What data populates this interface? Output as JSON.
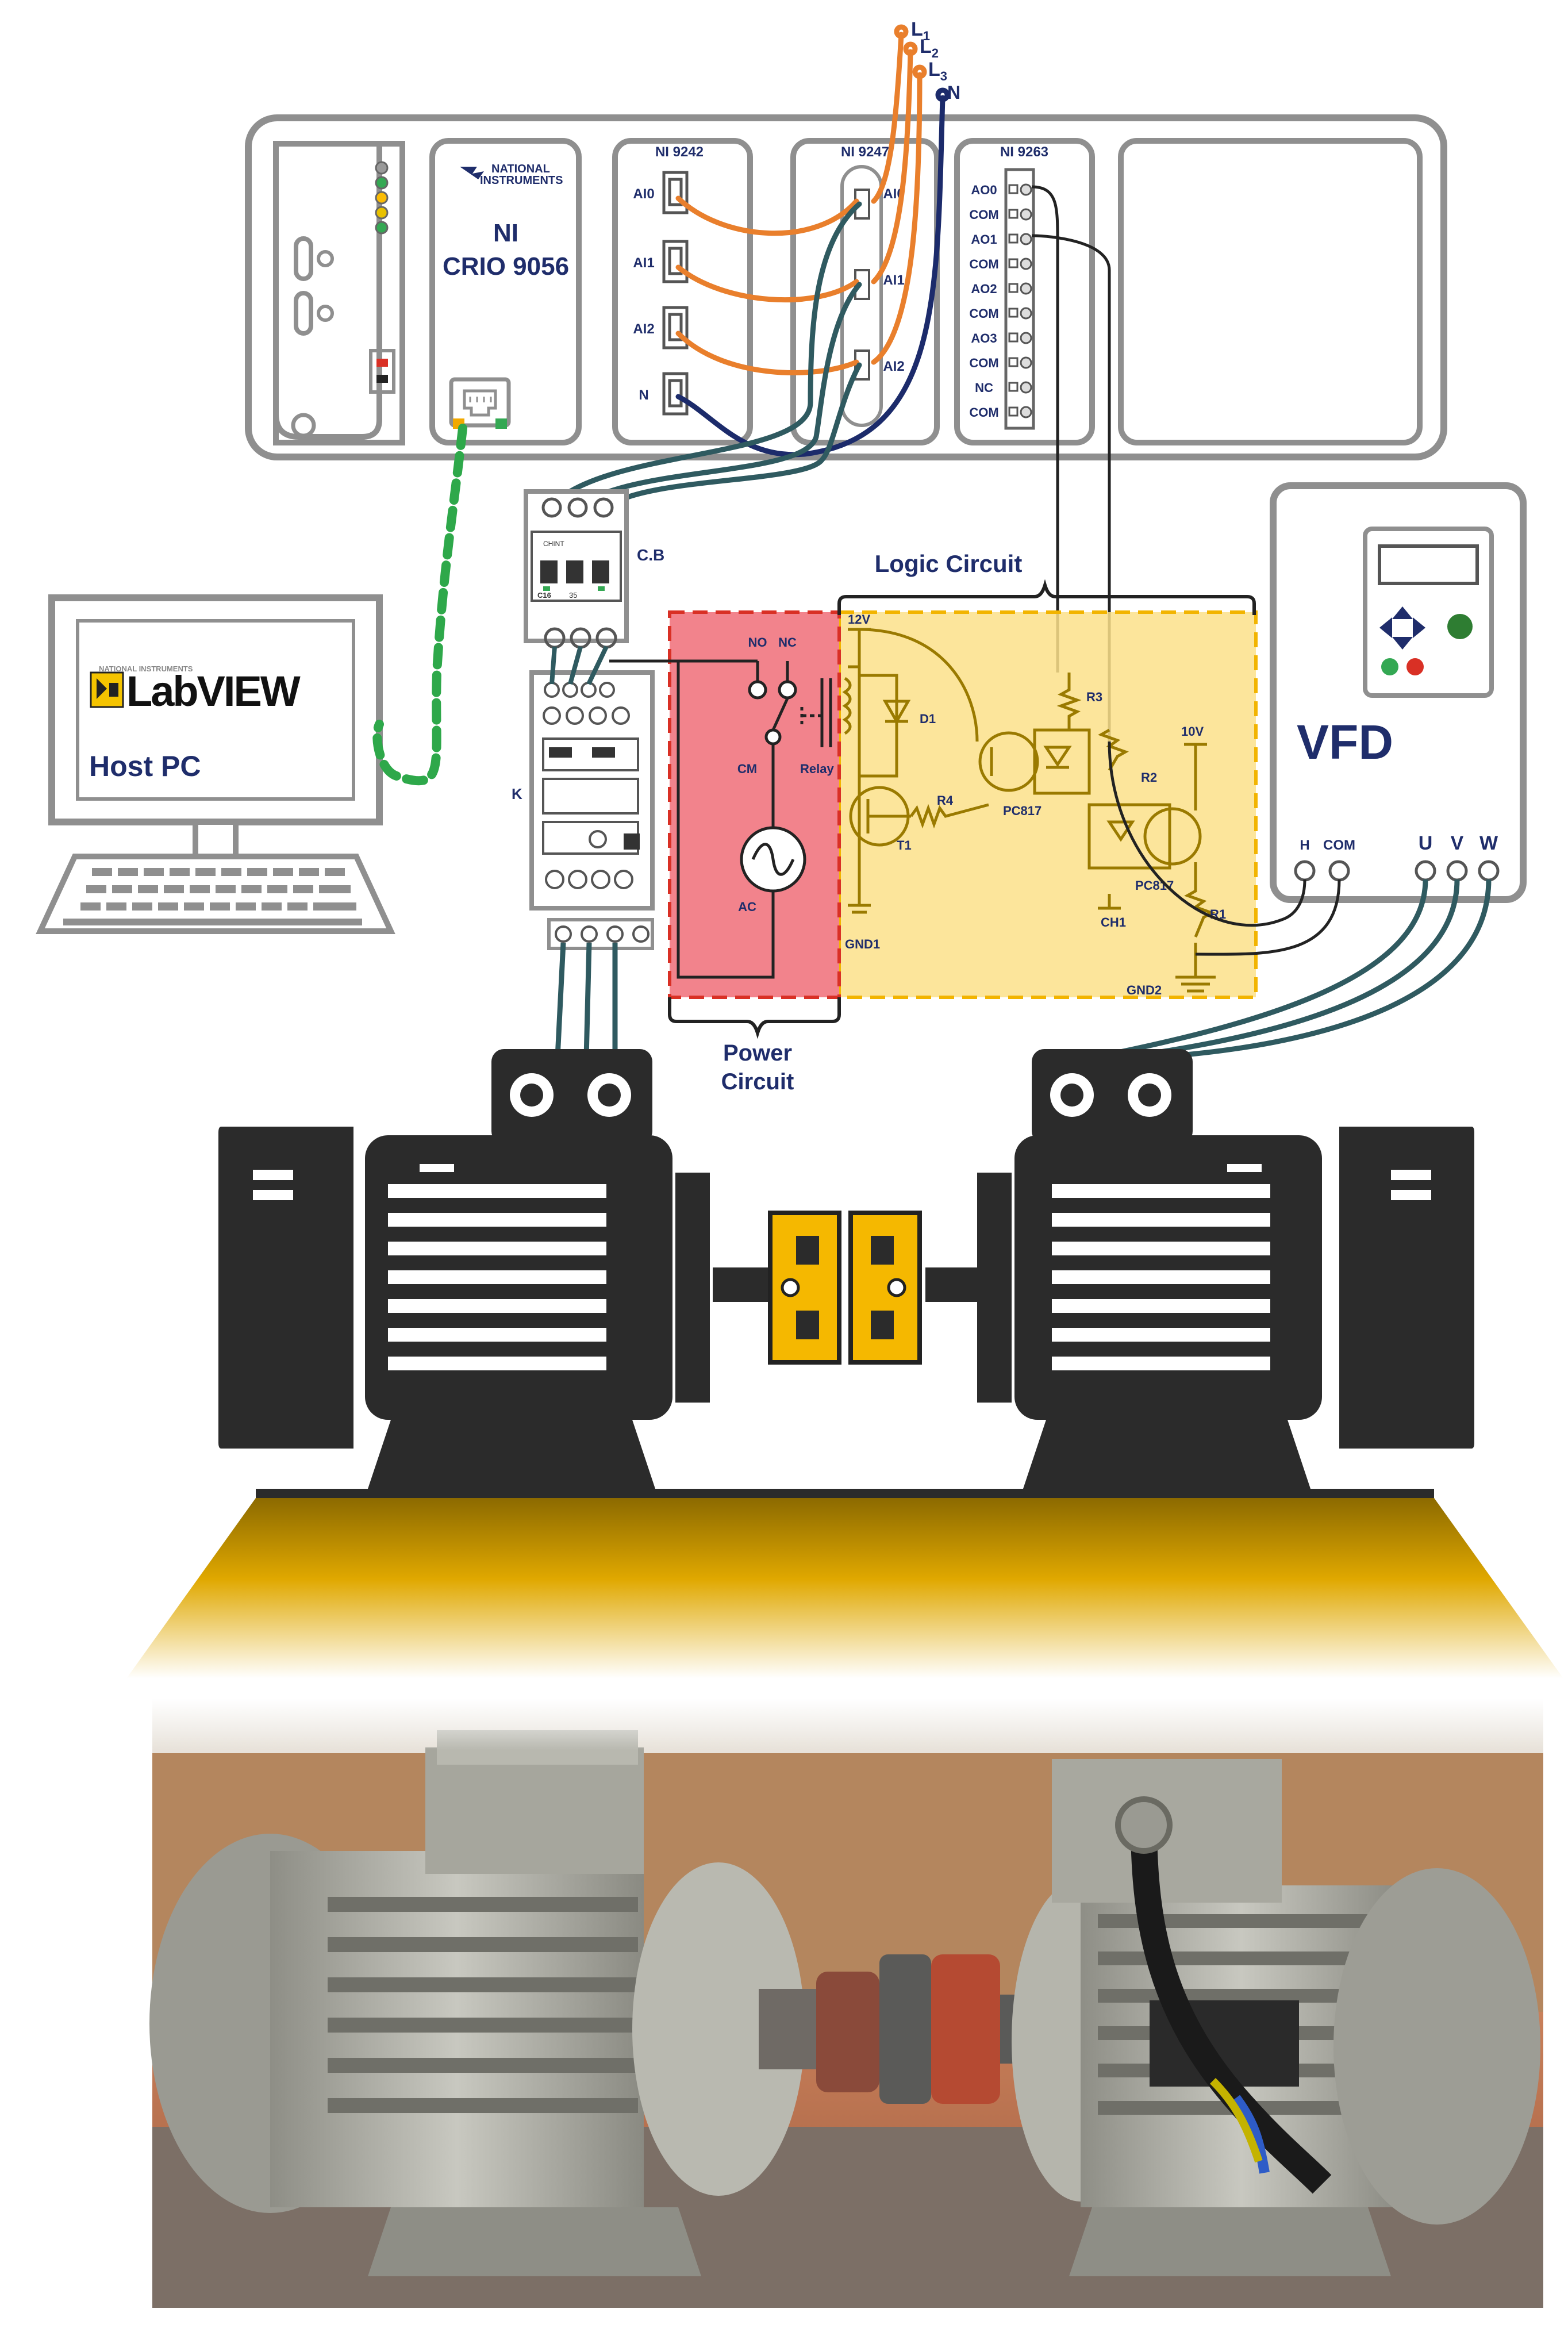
{
  "lines": {
    "l1": "L",
    "l1_sub": "1",
    "l2": "L",
    "l2_sub": "2",
    "l3": "L",
    "l3_sub": "3",
    "n": "N"
  },
  "crio": {
    "brand_line1": "NATIONAL",
    "brand_line2": "INSTRUMENTS",
    "model_line1": "NI",
    "model_line2": "CRIO 9056"
  },
  "modules": {
    "ni9242": {
      "title": "NI 9242",
      "pins": [
        "AI0",
        "AI1",
        "AI2",
        "N"
      ]
    },
    "ni9247": {
      "title": "NI 9247",
      "pins": [
        "AI0",
        "AI1",
        "AI2"
      ]
    },
    "ni9263": {
      "title": "NI 9263",
      "pins": [
        "AO0",
        "COM",
        "AO1",
        "COM",
        "AO2",
        "COM",
        "AO3",
        "COM",
        "NC",
        "COM"
      ]
    }
  },
  "host_pc": {
    "labview": "LabVIEW",
    "labview_tiny": "NATIONAL INSTRUMENTS",
    "label": "Host PC"
  },
  "labels": {
    "cb": "C.B",
    "k": "K",
    "logic_circuit": "Logic Circuit",
    "power_circuit_line1": "Power",
    "power_circuit_line2": "Circuit",
    "vfd": "VFD"
  },
  "breaker": {
    "rating": "C16",
    "small1": "CHINT",
    "small2": "35"
  },
  "power_circuit": {
    "no": "NO",
    "nc": "NC",
    "cm": "CM",
    "ac": "AC",
    "relay": "Relay"
  },
  "logic": {
    "v12": "12V",
    "d1": "D1",
    "r3": "R3",
    "r2": "R2",
    "r4": "R4",
    "r1": "R1",
    "t1": "T1",
    "pc817a": "PC817",
    "pc817b": "PC817",
    "v10": "10V",
    "gnd1": "GND1",
    "gnd2": "GND2",
    "ch1": "CH1"
  },
  "vfd": {
    "h": "H",
    "com": "COM",
    "u": "U",
    "v": "V",
    "w": "W"
  },
  "colors": {
    "orange_wire": "#e97f2c",
    "navy_wire": "#1c2b6b",
    "teal_wire": "#2f5a60",
    "green_cable": "#2ea84a",
    "logic_fill": "#fbe08a",
    "power_fill": "#f2838c",
    "motor_dark": "#2b2b2b",
    "coupling": "#f5b800",
    "label_navy": "#1f2d6b"
  }
}
